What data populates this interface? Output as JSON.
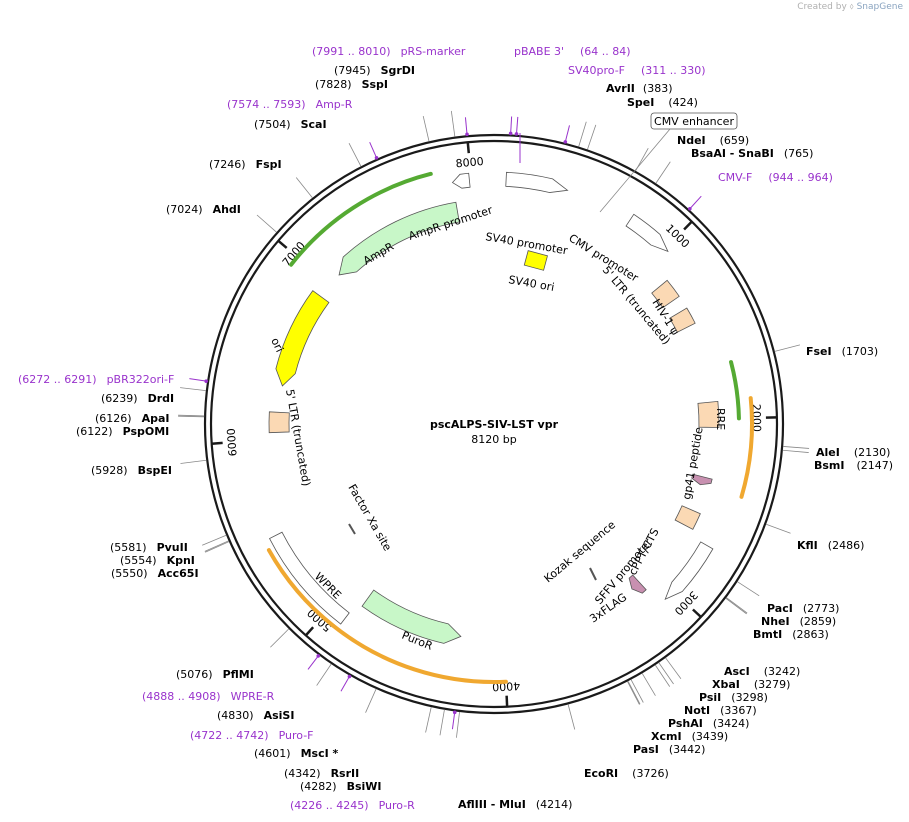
{
  "credit": {
    "prefix": "Created by",
    "brand": "SnapGene"
  },
  "plasmid": {
    "name": "pscALPS-SIV-LST vpr",
    "size_label": "8120 bp",
    "length": 8120
  },
  "colors": {
    "backbone": "#1a1a1a",
    "primer": "#9933cc",
    "ori": "#ffff00",
    "marker": "#c8f7c8",
    "ltr": "#fbd9b4",
    "tag": "#c890b0",
    "rre_band": "#f0a830",
    "site_line": "#888888"
  },
  "ticks": [
    {
      "pos": 1000,
      "label": "1000"
    },
    {
      "pos": 2000,
      "label": "2000"
    },
    {
      "pos": 3000,
      "label": "3000"
    },
    {
      "pos": 4000,
      "label": "4000"
    },
    {
      "pos": 5000,
      "label": "5000"
    },
    {
      "pos": 6000,
      "label": "6000"
    },
    {
      "pos": 7000,
      "label": "7000"
    },
    {
      "pos": 8000,
      "label": "8000"
    }
  ],
  "features": [
    {
      "name": "SV40 promoter",
      "type": "promoter",
      "start": 64,
      "end": 394,
      "dir": 1,
      "track": 0
    },
    {
      "name": "CMV promoter",
      "type": "promoter",
      "start": 760,
      "end": 1020,
      "dir": 1,
      "track": 0
    },
    {
      "name": "5' LTR (truncated)",
      "type": "ltr",
      "start": 1135,
      "end": 1250,
      "dir": 0,
      "track": 1
    },
    {
      "name": "HIV-1 ψ",
      "type": "ltr",
      "start": 1330,
      "end": 1430,
      "dir": 0,
      "track": 1
    },
    {
      "name": "RRE",
      "type": "ltr",
      "start": 1900,
      "end": 2050,
      "dir": 0,
      "track": 1
    },
    {
      "name": "gp41 peptide",
      "type": "tag",
      "start": 2350,
      "end": 2400,
      "dir": 1,
      "track": 1
    },
    {
      "name": "cPPT/CTS",
      "type": "ltr",
      "start": 2560,
      "end": 2660,
      "dir": 0,
      "track": 1
    },
    {
      "name": "SFFV promoter",
      "type": "promoter",
      "start": 2700,
      "end": 3060,
      "dir": 1,
      "track": 0
    },
    {
      "name": "3xFLAG",
      "type": "tag",
      "start": 3100,
      "end": 3160,
      "dir": 1,
      "track": 1
    },
    {
      "name": "PuroR",
      "type": "marker",
      "start": 4260,
      "end": 4870,
      "dir": -1,
      "track": 1
    },
    {
      "name": "WPRE",
      "type": "promoter",
      "start": 4905,
      "end": 5480,
      "dir": 0,
      "track": 0
    },
    {
      "name": "5' LTR (truncated)",
      "type": "ltr",
      "start": 6040,
      "end": 6160,
      "dir": 0,
      "track": 1
    },
    {
      "name": "ori",
      "type": "ori",
      "start": 6320,
      "end": 6910,
      "dir": -1,
      "track": 1
    },
    {
      "name": "AmpR",
      "type": "marker",
      "start": 7080,
      "end": 7900,
      "dir": -1,
      "track": 1
    },
    {
      "name": "AmpR promoter",
      "type": "promoter",
      "start": 7900,
      "end": 7990,
      "dir": -1,
      "track": 0
    },
    {
      "name": "SV40 ori",
      "type": "ori",
      "start": 0,
      "end": 0,
      "dir": 0,
      "track": 2
    }
  ],
  "feature_labels": [
    {
      "text": "SV40 promoter"
    },
    {
      "text": "SV40 ori"
    },
    {
      "text": "CMV promoter"
    },
    {
      "text": "5' LTR (truncated)"
    },
    {
      "text": "HIV-1 ψ"
    },
    {
      "text": "RRE"
    },
    {
      "text": "gp41 peptide"
    },
    {
      "text": "cPPT/CTS"
    },
    {
      "text": "Kozak sequence"
    },
    {
      "text": "SFFV promoter"
    },
    {
      "text": "3xFLAG"
    },
    {
      "text": "PuroR"
    },
    {
      "text": "WPRE"
    },
    {
      "text": "Factor Xa site"
    },
    {
      "text": "5' LTR (truncated)"
    },
    {
      "text": "ori"
    },
    {
      "text": "AmpR"
    },
    {
      "text": "AmpR promoter"
    }
  ],
  "callout": {
    "text": "CMV enhancer"
  },
  "sites": [
    {
      "name": "AvrII",
      "pos_label": "(383)",
      "pos": 383
    },
    {
      "name": "SpeI",
      "pos_label": "(424)",
      "pos": 424
    },
    {
      "name": "NdeI",
      "pos_label": "(659)",
      "pos": 659
    },
    {
      "name": "BsaAI - SnaBI",
      "pos_label": "(765)",
      "pos": 765
    },
    {
      "name": "FseI",
      "pos_label": "(1703)",
      "pos": 1703
    },
    {
      "name": "AleI",
      "pos_label": "(2130)",
      "pos": 2130
    },
    {
      "name": "BsmI",
      "pos_label": "(2147)",
      "pos": 2147
    },
    {
      "name": "KflI",
      "pos_label": "(2486)",
      "pos": 2486
    },
    {
      "name": "PacI",
      "pos_label": "(2773)",
      "pos": 2773
    },
    {
      "name": "NheI",
      "pos_label": "(2859)",
      "pos": 2859
    },
    {
      "name": "BmtI",
      "pos_label": "(2863)",
      "pos": 2863
    },
    {
      "name": "AscI",
      "pos_label": "(3242)",
      "pos": 3242
    },
    {
      "name": "XbaI",
      "pos_label": "(3279)",
      "pos": 3279
    },
    {
      "name": "PsiI",
      "pos_label": "(3298)",
      "pos": 3298
    },
    {
      "name": "NotI",
      "pos_label": "(3367)",
      "pos": 3367
    },
    {
      "name": "PshAI",
      "pos_label": "(3424)",
      "pos": 3424
    },
    {
      "name": "XcmI",
      "pos_label": "(3439)",
      "pos": 3439
    },
    {
      "name": "PasI",
      "pos_label": "(3442)",
      "pos": 3442
    },
    {
      "name": "EcoRI",
      "pos_label": "(3726)",
      "pos": 3726
    },
    {
      "name": "AflIII - MluI",
      "pos_label": "(4214)",
      "pos": 4214
    },
    {
      "name": "BsiWI",
      "pos_label": "(4282)",
      "pos": 4282
    },
    {
      "name": "RsrII",
      "pos_label": "(4342)",
      "pos": 4342
    },
    {
      "name": "MscI *",
      "pos_label": "(4601)",
      "pos": 4601
    },
    {
      "name": "AsiSI",
      "pos_label": "(4830)",
      "pos": 4830
    },
    {
      "name": "PflMI",
      "pos_label": "(5076)",
      "pos": 5076
    },
    {
      "name": "Acc65I",
      "pos_label": "(5550)",
      "pos": 5550
    },
    {
      "name": "KpnI",
      "pos_label": "(5554)",
      "pos": 5554
    },
    {
      "name": "PvuII",
      "pos_label": "(5581)",
      "pos": 5581
    },
    {
      "name": "BspEI",
      "pos_label": "(5928)",
      "pos": 5928
    },
    {
      "name": "PspOMI",
      "pos_label": "(6122)",
      "pos": 6122
    },
    {
      "name": "ApaI",
      "pos_label": "(6126)",
      "pos": 6126
    },
    {
      "name": "DrdI",
      "pos_label": "(6239)",
      "pos": 6239
    },
    {
      "name": "AhdI",
      "pos_label": "(7024)",
      "pos": 7024
    },
    {
      "name": "FspI",
      "pos_label": "(7246)",
      "pos": 7246
    },
    {
      "name": "ScaI",
      "pos_label": "(7504)",
      "pos": 7504
    },
    {
      "name": "SspI",
      "pos_label": "(7828)",
      "pos": 7828
    },
    {
      "name": "SgrDI",
      "pos_label": "(7945)",
      "pos": 7945
    }
  ],
  "primers": [
    {
      "name": "pRS-marker",
      "range": "(7991 .. 8010)",
      "pos": 8000
    },
    {
      "name": "pBABE 3'",
      "range": "",
      "pos": 100
    },
    {
      "name": "",
      "range": "(64 .. 84)",
      "pos": 74
    },
    {
      "name": "SV40pro-F",
      "range": "(311 .. 330)",
      "pos": 320
    },
    {
      "name": "CMV-F",
      "range": "(944 .. 964)",
      "pos": 954
    },
    {
      "name": "Amp-R",
      "range": "(7574 .. 7593)",
      "pos": 7583
    },
    {
      "name": "pBR322ori-F",
      "range": "(6272 .. 6291)",
      "pos": 6281
    },
    {
      "name": "WPRE-R",
      "range": "(4888 .. 4908)",
      "pos": 4898
    },
    {
      "name": "Puro-F",
      "range": "(4722 .. 4742)",
      "pos": 4732
    },
    {
      "name": "Puro-R",
      "range": "(4226 .. 4245)",
      "pos": 4235
    }
  ]
}
